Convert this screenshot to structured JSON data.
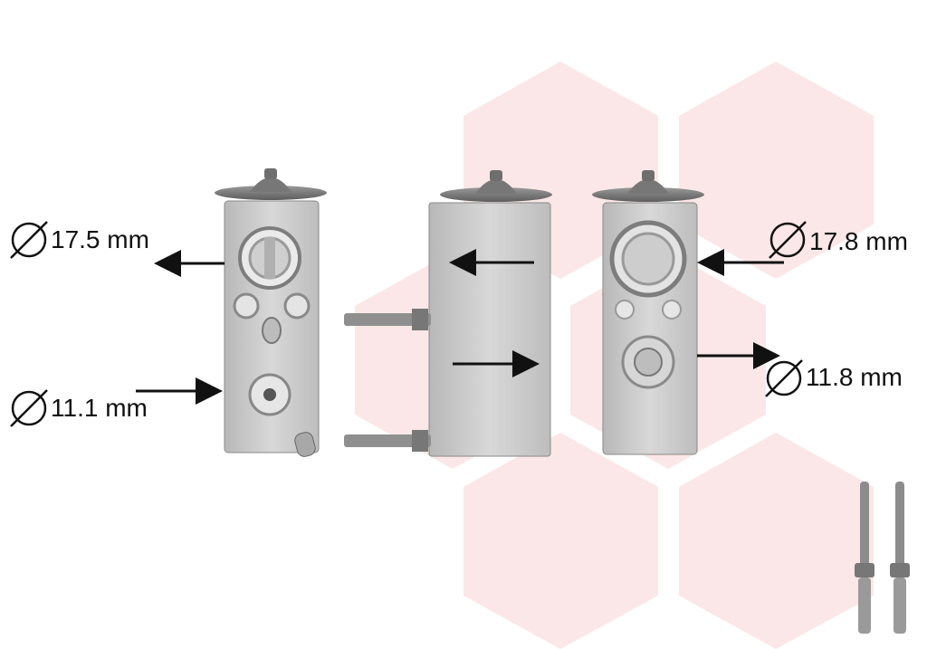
{
  "dimensions": {
    "left_top": "17.5 mm",
    "left_bottom": "11.1 mm",
    "right_top": "17.8 mm",
    "right_bottom": "11.8 mm"
  },
  "icons": {
    "diameter": "diameter-symbol-icon",
    "arrow": "arrow-icon"
  },
  "colors": {
    "watermark": "#fbe7e7",
    "body": "#c9c9c9",
    "outline": "#8a8a8a",
    "arrow": "#111111"
  }
}
